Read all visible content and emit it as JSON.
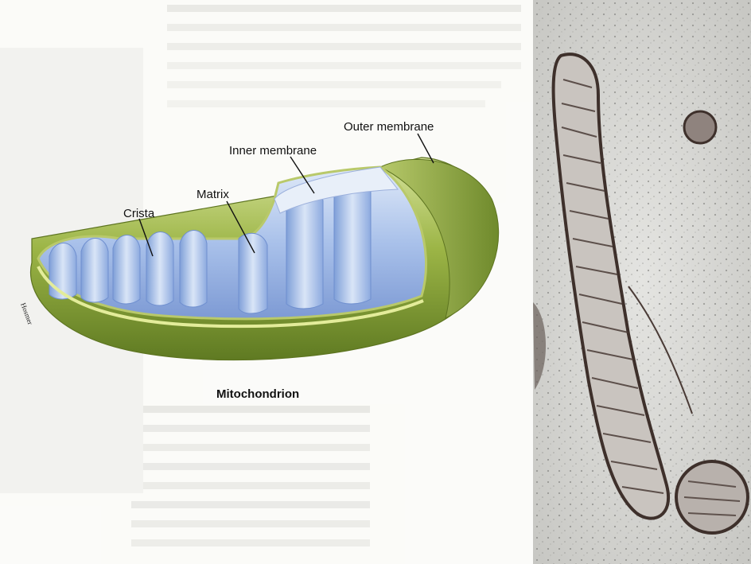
{
  "diagram": {
    "labels": {
      "outer_membrane": "Outer membrane",
      "inner_membrane": "Inner membrane",
      "matrix": "Matrix",
      "crista": "Crista"
    },
    "caption": "Mitochondrion",
    "artist_signature": "Hosmer"
  },
  "colors": {
    "outer_membrane": "#8aa637",
    "outer_membrane_light": "#c9d98a",
    "inner_membrane": "#9db8e6",
    "inner_membrane_light": "#d6e3f6",
    "matrix": "#7f9fd8",
    "micrograph_background": "#d9d9d6",
    "micrograph_membrane": "#4a3b36"
  }
}
